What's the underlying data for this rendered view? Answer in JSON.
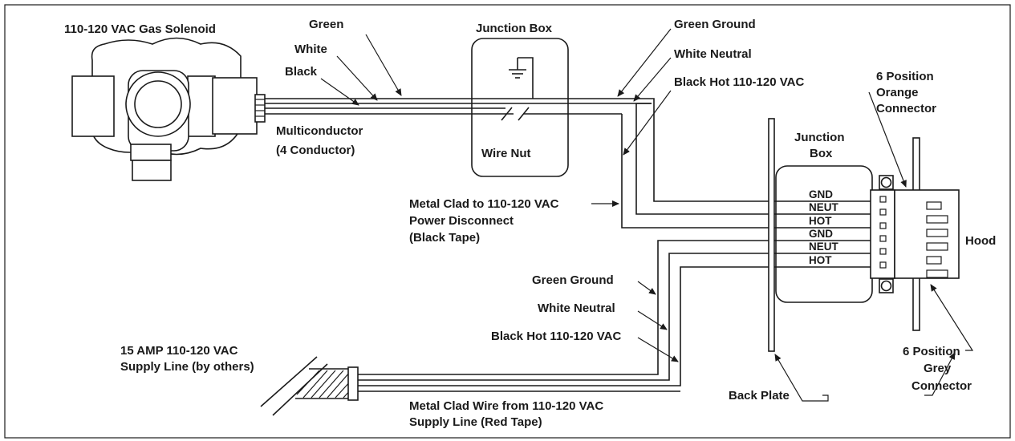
{
  "labels": {
    "solenoid": "110-120 VAC Gas Solenoid",
    "green": "Green",
    "white": "White",
    "black": "Black",
    "multiconductor_1": "Multiconductor",
    "multiconductor_2": "(4 Conductor)",
    "junction_box_top": "Junction Box",
    "wire_nut": "Wire Nut",
    "green_ground_top": "Green Ground",
    "white_neutral_top": "White Neutral",
    "black_hot_top": "Black Hot 110-120 VAC",
    "orange_conn_1": "6 Position",
    "orange_conn_2": "Orange",
    "orange_conn_3": "Connector",
    "junction_box_right_1": "Junction",
    "junction_box_right_2": "Box",
    "hood": "Hood",
    "metal_clad_1": "Metal Clad to 110-120 VAC",
    "metal_clad_2": "Power Disconnect",
    "metal_clad_3": "(Black Tape)",
    "green_ground_bottom": "Green Ground",
    "white_neutral_bottom": "White Neutral",
    "black_hot_bottom": "Black Hot 110-120 VAC",
    "supply_1": "15 AMP 110-120 VAC",
    "supply_2": "Supply Line   (by others)",
    "metal_clad_wire_1": "Metal Clad Wire from 110-120 VAC",
    "metal_clad_wire_2": "Supply Line (Red Tape)",
    "back_plate": "Back Plate",
    "grey_conn_1": "6 Position",
    "grey_conn_2": "Grey",
    "grey_conn_3": "Connector"
  },
  "terminals": [
    "GND",
    "NEUT",
    "HOT",
    "GND",
    "NEUT",
    "HOT"
  ]
}
